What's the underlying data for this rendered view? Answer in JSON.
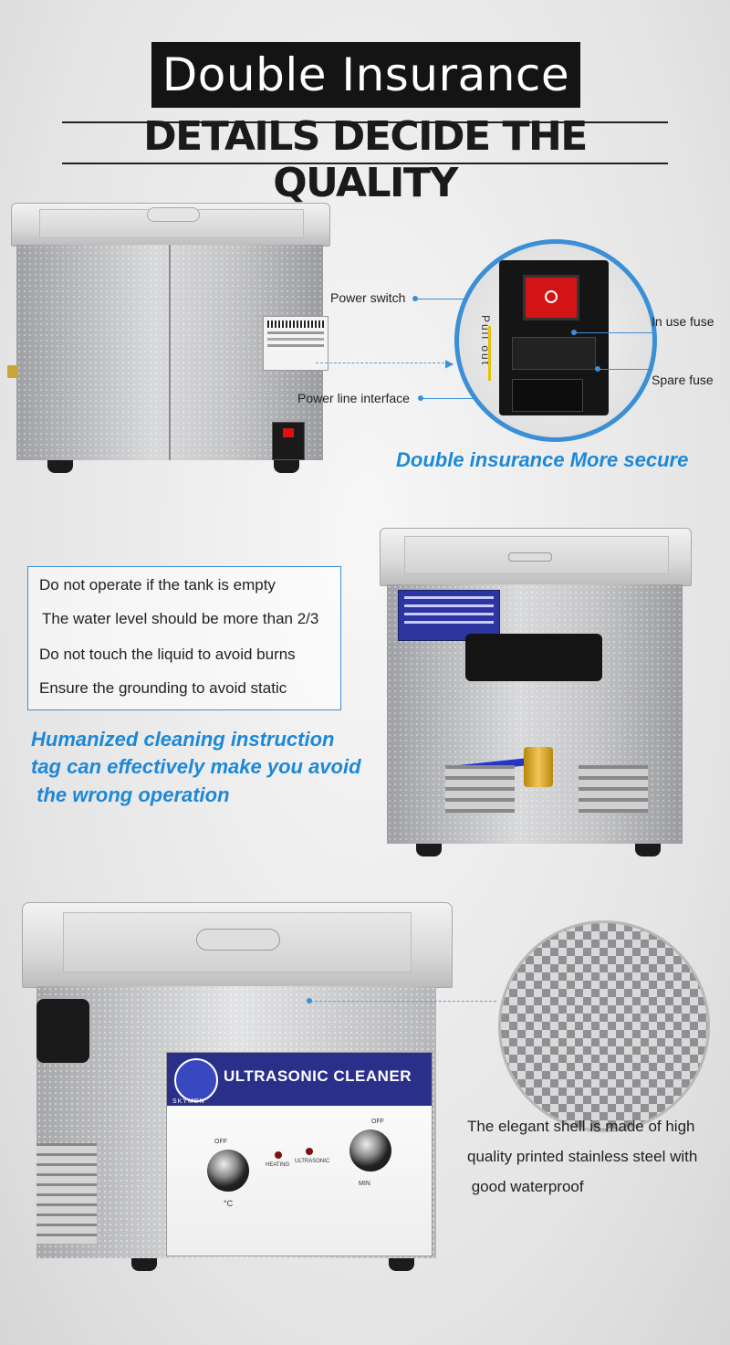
{
  "header": {
    "title": "Double Insurance",
    "subtitle": "DETAILS DECIDE THE QUALITY"
  },
  "section1": {
    "callouts": {
      "power_switch": "Power switch",
      "power_line": "Power line interface",
      "in_use_fuse": "In use fuse",
      "spare_fuse": "Spare fuse",
      "pull_out": "Pull out"
    },
    "caption": "Double insurance More secure"
  },
  "section2": {
    "instructions": [
      "Do not operate if the tank is empty",
      "The water level should be more than 2/3",
      "Do not touch the liquid to avoid burns",
      "Ensure the grounding to avoid static"
    ],
    "caption_lines": [
      "Humanized cleaning instruction",
      "tag can effectively make you avoid",
      " the wrong operation"
    ]
  },
  "section3": {
    "panel_title": "ULTRASONIC CLEANER",
    "brand": "SKYMEN",
    "knob_labels": {
      "off_left": "OFF",
      "off_right": "OFF",
      "heating": "HEATING",
      "ultrasonic": "ULTRASONIC",
      "min": "MIN",
      "temp_unit": "°C"
    },
    "description_lines": [
      "The elegant shell is made of high",
      "quality printed stainless steel with",
      " good waterproof"
    ]
  },
  "colors": {
    "accent_blue": "#1d88d8",
    "line_blue": "#3a8fd6",
    "panel_navy": "#2a2f8a",
    "title_bg": "#141414"
  }
}
